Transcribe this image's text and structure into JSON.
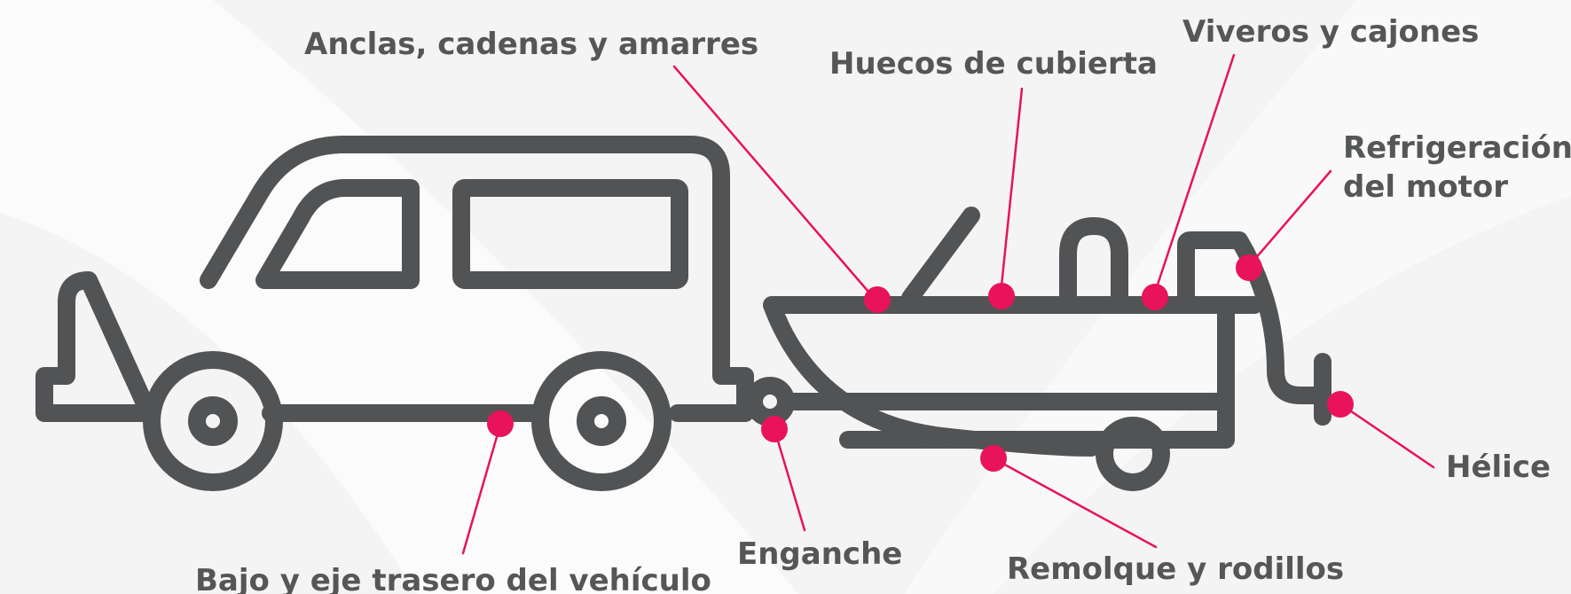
{
  "colors": {
    "background": "#f4f4f4",
    "background_shape": "#ffffff",
    "outline": "#515354",
    "label_text": "#545657",
    "marker": "#e8135a",
    "leader_line": "#e8135a"
  },
  "labels": {
    "anchors": "Anclas, cadenas y amarres",
    "deck": "Huecos de cubierta",
    "livewells": "Viveros y cajones",
    "cooling_line1": "Refrigeración",
    "cooling_line2": "del motor",
    "propeller": "Hélice",
    "trailer": "Remolque y rodillos",
    "hitch": "Enganche",
    "underbody": "Bajo y eje trasero del vehículo"
  },
  "icons": {
    "vehicle": "suv-icon",
    "boat": "boat-icon",
    "trailer": "trailer-icon",
    "marker": "inspection-point-marker"
  }
}
